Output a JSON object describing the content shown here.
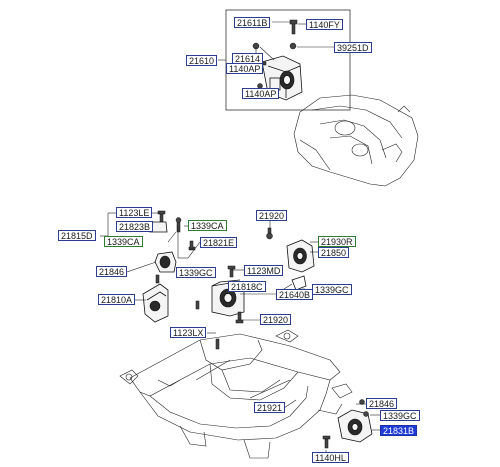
{
  "labels": {
    "l21611B": "21611B",
    "l1140FY": "1140FY",
    "l21614": "21614",
    "l39251D": "39251D",
    "l21610": "21610",
    "l1140AP_a": "1140AP",
    "l1140AP_b": "1140AP",
    "l1123LE": "1123LE",
    "l21823B": "21823B",
    "l1339CA_a": "1339CA",
    "l21815D": "21815D",
    "l1339CA_b": "1339CA",
    "l21821E": "21821E",
    "l21920_top": "21920",
    "l21930R": "21930R",
    "l21850": "21850",
    "l21846_a": "21846",
    "l1339GC_a": "1339GC",
    "l1123MD": "1123MD",
    "l21818C": "21818C",
    "l21640B": "21640B",
    "l1339GC_b": "1339GC",
    "l21810A": "21810A",
    "l21920_mid": "21920",
    "l1123LX": "1123LX",
    "l21921": "21921",
    "l21846_b": "21846",
    "l1339GC_c": "1339GC",
    "l21831B": "21831B",
    "l1140HL": "1140HL"
  },
  "colors": {
    "label_border": "#2c3d8f",
    "label_border_green": "#2f7d2f",
    "highlight_bg": "#1f3bd6",
    "highlight_text": "#ffffff"
  }
}
